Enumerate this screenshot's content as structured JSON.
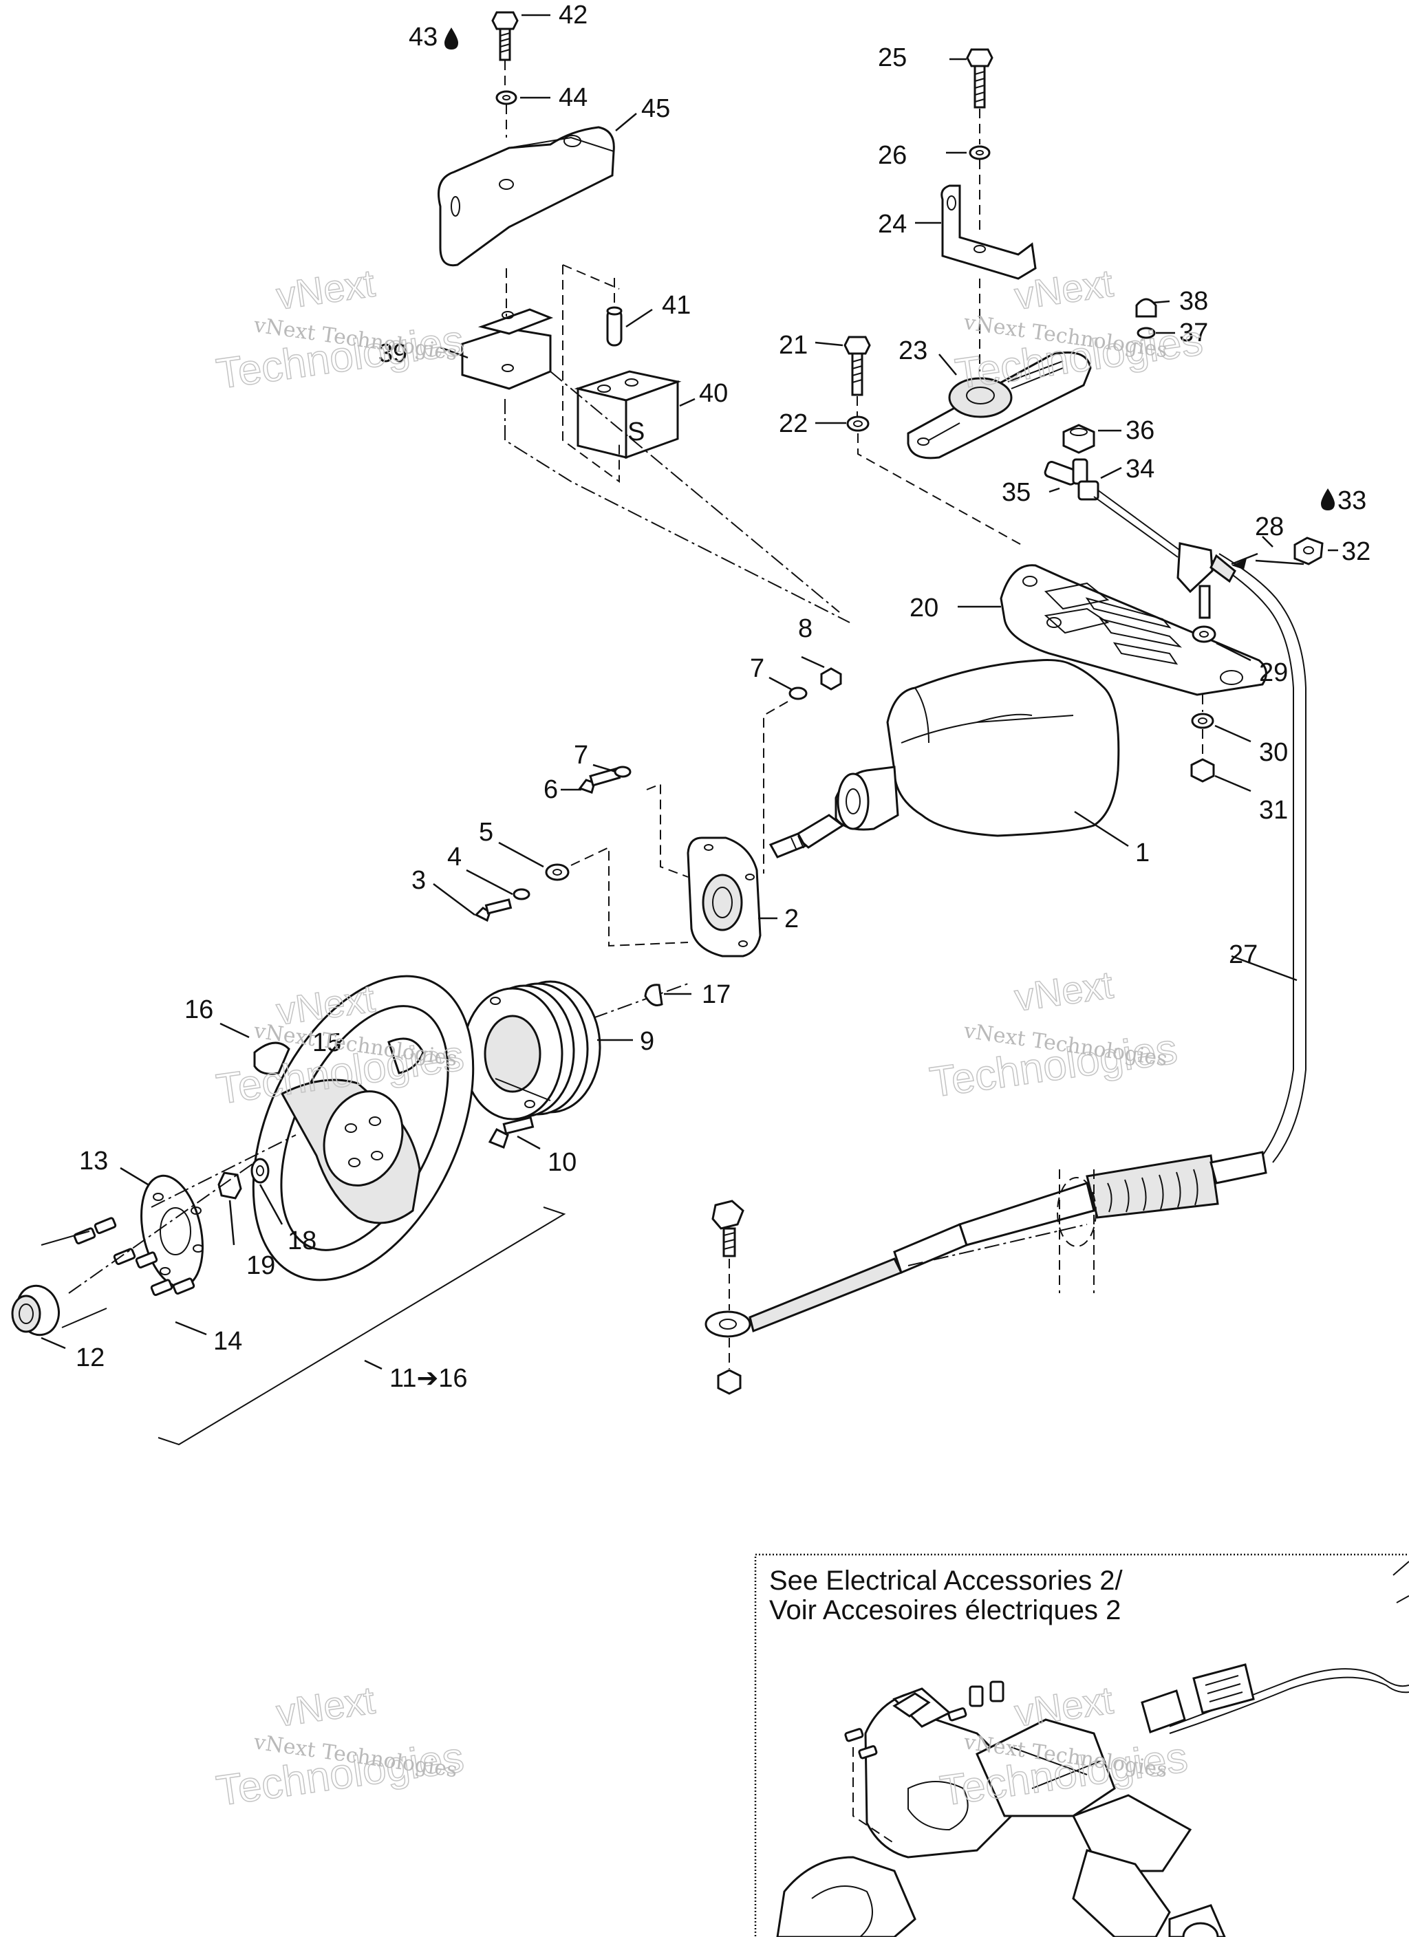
{
  "watermark": {
    "small": "vNext Technologies",
    "big_line1": "vNext",
    "big_line2": "Technologies"
  },
  "callouts": [
    {
      "id": "c1",
      "text": "1"
    },
    {
      "id": "c2",
      "text": "2"
    },
    {
      "id": "c3",
      "text": "3"
    },
    {
      "id": "c4",
      "text": "4"
    },
    {
      "id": "c5",
      "text": "5"
    },
    {
      "id": "c6",
      "text": "6"
    },
    {
      "id": "c7a",
      "text": "7"
    },
    {
      "id": "c7b",
      "text": "7"
    },
    {
      "id": "c8",
      "text": "8"
    },
    {
      "id": "c9",
      "text": "9"
    },
    {
      "id": "c10",
      "text": "10"
    },
    {
      "id": "c11",
      "text": "11➔16"
    },
    {
      "id": "c12",
      "text": "12"
    },
    {
      "id": "c13",
      "text": "13"
    },
    {
      "id": "c14",
      "text": "14"
    },
    {
      "id": "c15",
      "text": "15"
    },
    {
      "id": "c16",
      "text": "16"
    },
    {
      "id": "c17",
      "text": "17"
    },
    {
      "id": "c18",
      "text": "18"
    },
    {
      "id": "c19",
      "text": "19"
    },
    {
      "id": "c20",
      "text": "20"
    },
    {
      "id": "c21",
      "text": "21"
    },
    {
      "id": "c22",
      "text": "22"
    },
    {
      "id": "c23",
      "text": "23"
    },
    {
      "id": "c24",
      "text": "24"
    },
    {
      "id": "c25",
      "text": "25"
    },
    {
      "id": "c26",
      "text": "26"
    },
    {
      "id": "c27",
      "text": "27"
    },
    {
      "id": "c28",
      "text": "28"
    },
    {
      "id": "c29",
      "text": "29"
    },
    {
      "id": "c30",
      "text": "30"
    },
    {
      "id": "c31",
      "text": "31"
    },
    {
      "id": "c32",
      "text": "32"
    },
    {
      "id": "c33",
      "text": "33"
    },
    {
      "id": "c34",
      "text": "34"
    },
    {
      "id": "c35",
      "text": "35"
    },
    {
      "id": "c36",
      "text": "36"
    },
    {
      "id": "c37",
      "text": "37"
    },
    {
      "id": "c38",
      "text": "38"
    },
    {
      "id": "c39",
      "text": "39"
    },
    {
      "id": "c40",
      "text": "40"
    },
    {
      "id": "c41",
      "text": "41"
    },
    {
      "id": "c42",
      "text": "42"
    },
    {
      "id": "c43",
      "text": "43"
    },
    {
      "id": "c44",
      "text": "44"
    },
    {
      "id": "c45",
      "text": "45"
    }
  ],
  "reference_box": {
    "line1": "See Electrical Accessories 2/",
    "line2": "Voir Accesoires électriques 2"
  },
  "block_letter": "S"
}
